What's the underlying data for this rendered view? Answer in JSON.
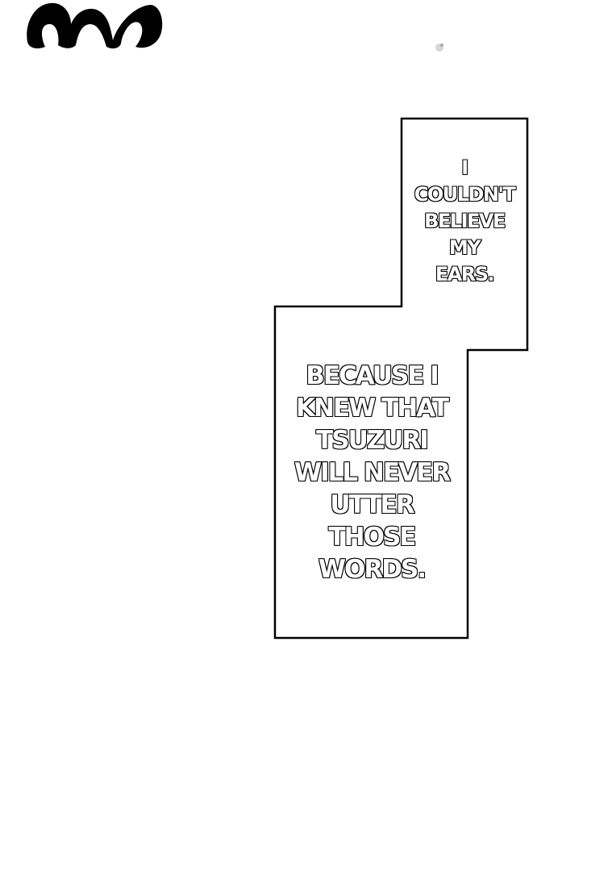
{
  "captions": [
    {
      "lines": [
        "I",
        "COULDN'T",
        "BELIEVE",
        "MY",
        "EARS."
      ]
    },
    {
      "lines": [
        "BECAUSE I",
        "KNEW THAT",
        "TSUZURI",
        "WILL NEVER",
        "UTTER",
        "THOSE",
        "WORDS."
      ]
    }
  ],
  "colors": {
    "background": "#ffffff",
    "ink": "#000000",
    "text_fill": "#ffffff"
  },
  "icons": [
    "decorative-blob-fragment-icon",
    "screentone-speck-icon"
  ]
}
